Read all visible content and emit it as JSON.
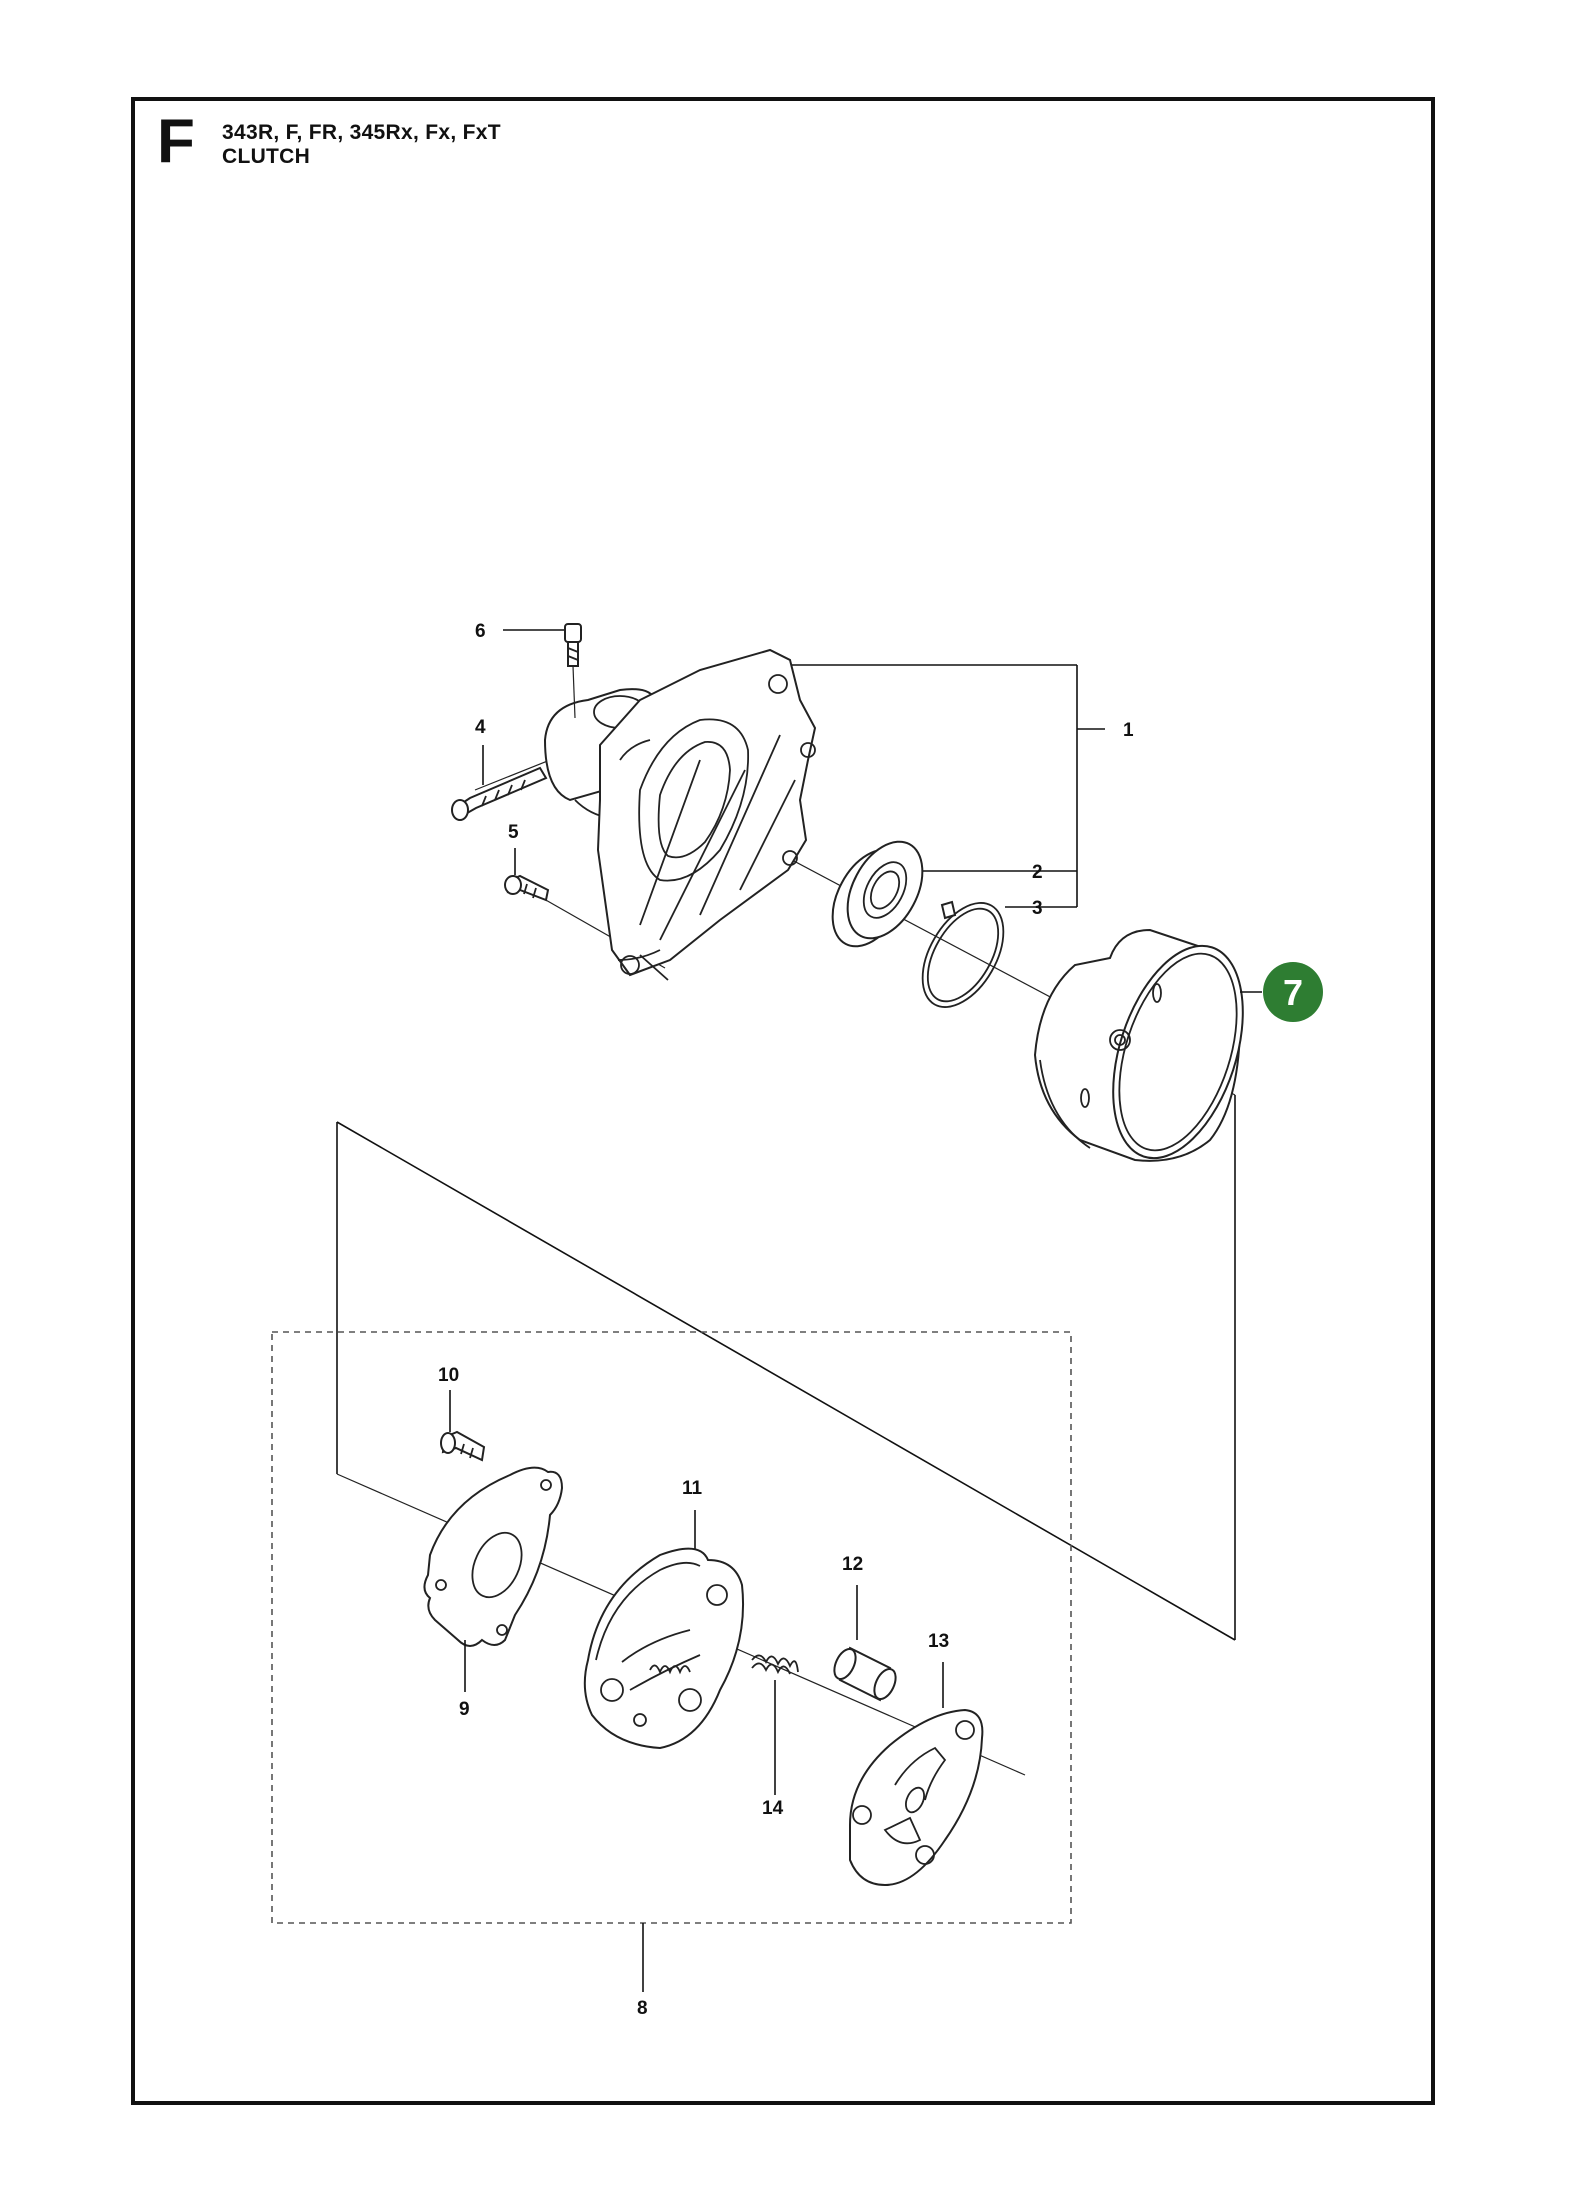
{
  "header": {
    "section_letter": "F",
    "models": "343R, F, FR, 345Rx, Fx, FxT",
    "title": "CLUTCH"
  },
  "labels": {
    "l1": "1",
    "l2": "2",
    "l3": "3",
    "l4": "4",
    "l5": "5",
    "l6": "6",
    "l8": "8",
    "l9": "9",
    "l10": "10",
    "l11": "11",
    "l12": "12",
    "l13": "13",
    "l14": "14"
  },
  "callout": {
    "number": "7",
    "color": "#2e7d32"
  }
}
